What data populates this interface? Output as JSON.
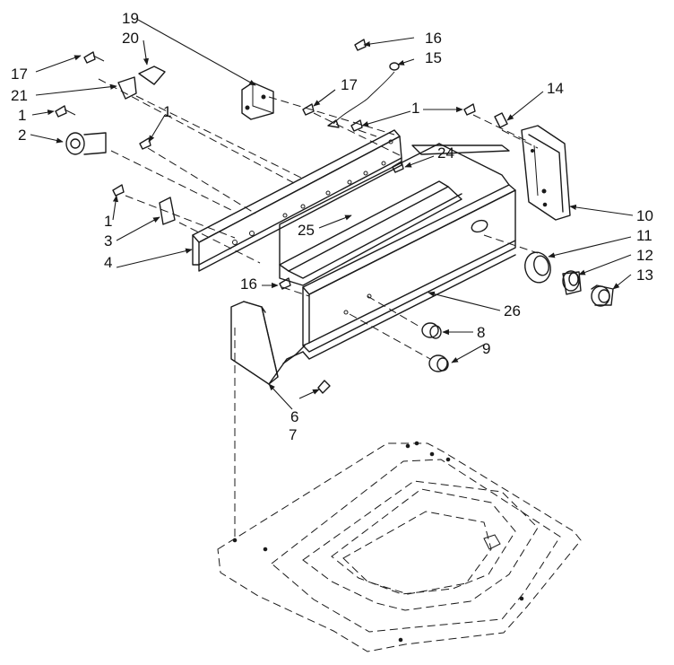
{
  "callouts": [
    {
      "id": "c1a",
      "text": "1"
    },
    {
      "id": "c1b",
      "text": "1"
    },
    {
      "id": "c1c",
      "text": "1"
    },
    {
      "id": "c1d",
      "text": "1"
    },
    {
      "id": "c2",
      "text": "2"
    },
    {
      "id": "c3",
      "text": "3"
    },
    {
      "id": "c4",
      "text": "4"
    },
    {
      "id": "c6",
      "text": "6"
    },
    {
      "id": "c7",
      "text": "7"
    },
    {
      "id": "c8",
      "text": "8"
    },
    {
      "id": "c9",
      "text": "9"
    },
    {
      "id": "c10",
      "text": "10"
    },
    {
      "id": "c11",
      "text": "11"
    },
    {
      "id": "c12",
      "text": "12"
    },
    {
      "id": "c13",
      "text": "13"
    },
    {
      "id": "c14",
      "text": "14"
    },
    {
      "id": "c15",
      "text": "15"
    },
    {
      "id": "c16a",
      "text": "16"
    },
    {
      "id": "c16b",
      "text": "16"
    },
    {
      "id": "c17a",
      "text": "17"
    },
    {
      "id": "c17b",
      "text": "17"
    },
    {
      "id": "c19",
      "text": "19"
    },
    {
      "id": "c20",
      "text": "20"
    },
    {
      "id": "c21",
      "text": "21"
    },
    {
      "id": "c24",
      "text": "24"
    },
    {
      "id": "c25",
      "text": "25"
    },
    {
      "id": "c26",
      "text": "26"
    }
  ]
}
